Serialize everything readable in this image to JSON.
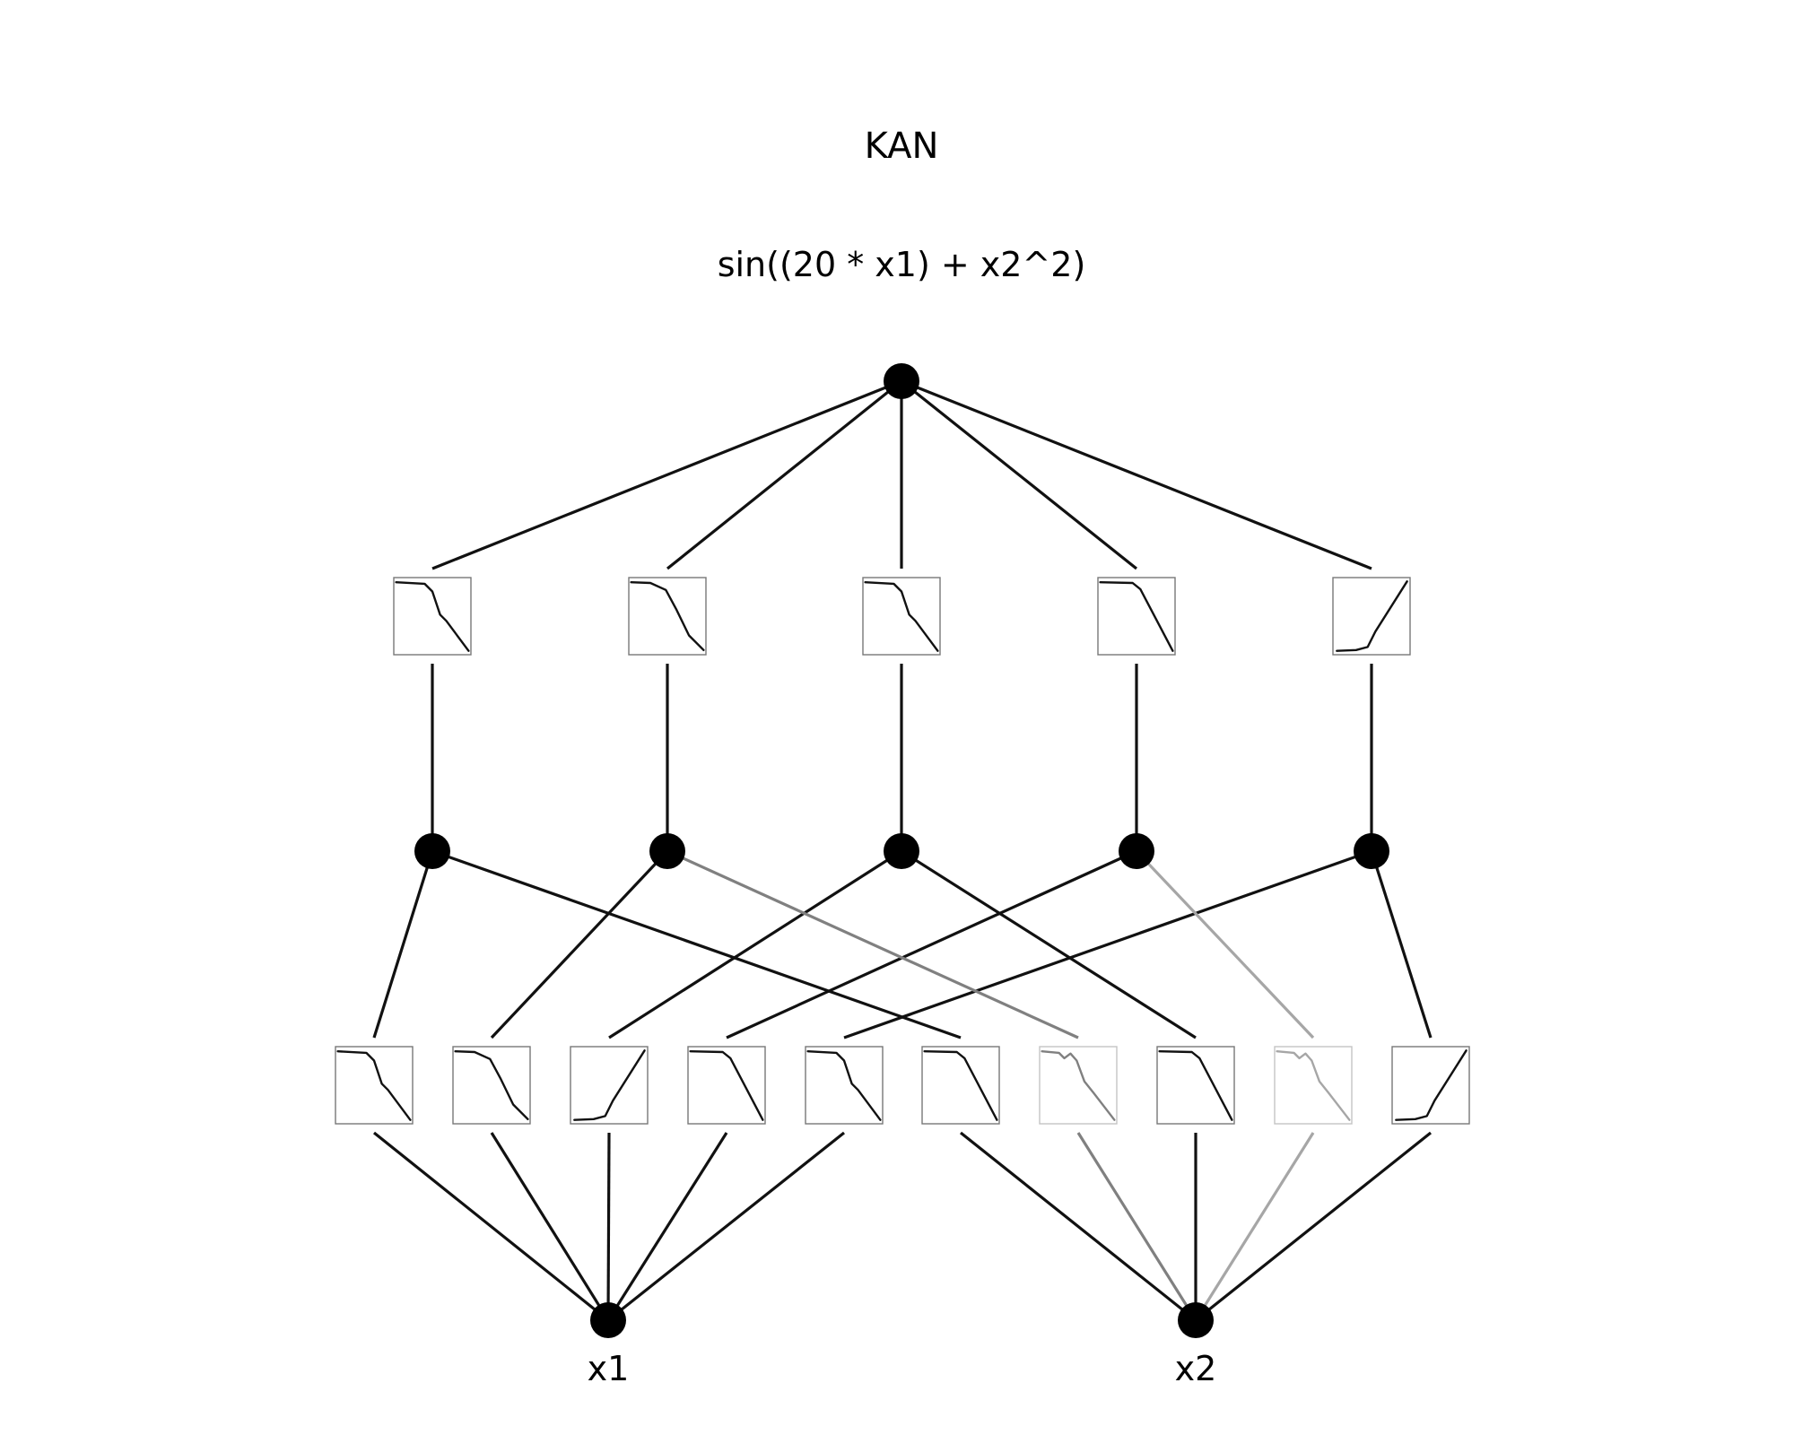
{
  "title": "KAN",
  "formula": "sin((20 * x1) + x2^2)",
  "input_labels": [
    "x1",
    "x2"
  ],
  "colors": {
    "node": "#000000",
    "edge_strong": "#111111",
    "edge_medium": "#808080",
    "edge_light": "#a6a6a6",
    "box_border_strong": "#777777",
    "box_border_light": "#c4c4c4"
  },
  "layer1_edges": [
    {
      "from": "x1",
      "to": "h1",
      "curve": "plateau-drop-kink",
      "strength": "strong"
    },
    {
      "from": "x1",
      "to": "h2",
      "curve": "smooth-drop",
      "strength": "strong"
    },
    {
      "from": "x1",
      "to": "h3",
      "curve": "flat-rise",
      "strength": "strong"
    },
    {
      "from": "x1",
      "to": "h4",
      "curve": "plateau-drop",
      "strength": "strong"
    },
    {
      "from": "x1",
      "to": "h5",
      "curve": "plateau-drop-kink",
      "strength": "strong"
    },
    {
      "from": "x2",
      "to": "h1",
      "curve": "plateau-drop",
      "strength": "strong"
    },
    {
      "from": "x2",
      "to": "h2",
      "curve": "wiggle-drop",
      "strength": "medium"
    },
    {
      "from": "x2",
      "to": "h3",
      "curve": "plateau-drop",
      "strength": "strong"
    },
    {
      "from": "x2",
      "to": "h4",
      "curve": "wiggle-drop",
      "strength": "light"
    },
    {
      "from": "x2",
      "to": "h5",
      "curve": "flat-rise",
      "strength": "strong"
    }
  ],
  "layer2_edges": [
    {
      "from": "h1",
      "to": "out",
      "curve": "plateau-drop-kink",
      "strength": "strong"
    },
    {
      "from": "h2",
      "to": "out",
      "curve": "smooth-drop",
      "strength": "strong"
    },
    {
      "from": "h3",
      "to": "out",
      "curve": "plateau-drop-kink",
      "strength": "strong"
    },
    {
      "from": "h4",
      "to": "out",
      "curve": "plateau-drop",
      "strength": "strong"
    },
    {
      "from": "h5",
      "to": "out",
      "curve": "flat-rise",
      "strength": "strong"
    }
  ]
}
